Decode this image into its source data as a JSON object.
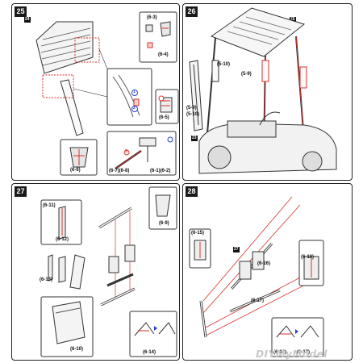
{
  "steps": {
    "s25": {
      "number": "25",
      "ref": "24",
      "labels": {
        "a": "(6-3)",
        "b": "(6-4)",
        "c": "(6-5)",
        "d": "(6-6)",
        "e": "(6-7)",
        "f": "(6-8)",
        "g": "(6-1)",
        "h": "(6-2)"
      },
      "callouts": {
        "c1": "1",
        "c2": "2",
        "c3": "3"
      }
    },
    "s26": {
      "number": "26",
      "ref_top": "25",
      "ref_side": "23",
      "labels": {
        "a": "(5-10)",
        "b": "(5-9)",
        "c": "(5-9)",
        "d": "(5-10)"
      }
    },
    "s27": {
      "number": "27",
      "labels": {
        "a": "(6-11)",
        "b": "(6-12)",
        "c": "(6-13)",
        "d": "(6-10)",
        "e": "(6-9)",
        "f": "(6-14)"
      }
    },
    "s28": {
      "number": "28",
      "ref": "27",
      "labels": {
        "a": "(6-15)",
        "b": "(6-16)",
        "c": "(6-17)",
        "d": "(6-18)",
        "e": "(6-16)",
        "f": "(6-17)"
      }
    }
  },
  "watermark": "DIYMyModel",
  "colors": {
    "guide": "#d9322e",
    "callout": "#2a3fd6",
    "ink": "#222222"
  }
}
